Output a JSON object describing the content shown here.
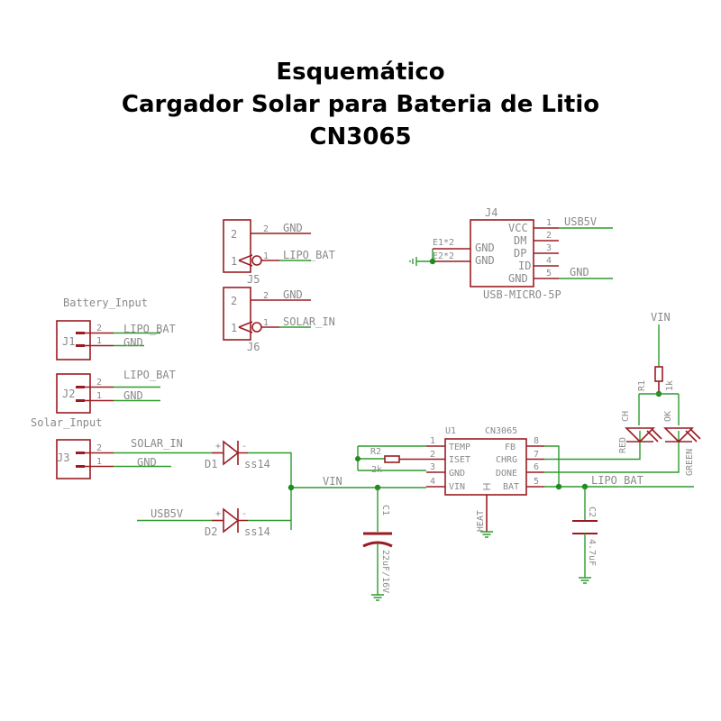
{
  "title": {
    "line1": "Esquemático",
    "line2": "Cargador Solar para Bateria de Litio",
    "line3": "CN3065"
  },
  "colors": {
    "wire": "#2e9a2e",
    "component": "#9a1c22",
    "label": "#8a8a8a"
  },
  "j5": {
    "ref": "J5",
    "pin2": "2",
    "pin1": "1",
    "net2": "GND",
    "net1": "LIPO_BAT"
  },
  "j6": {
    "ref": "J6",
    "pin2": "2",
    "pin1": "1",
    "net2": "GND",
    "net1": "SOLAR_IN"
  },
  "j4": {
    "ref": "J4",
    "part": "USB-MICRO-5P",
    "left_pins": [
      "GND",
      "GND"
    ],
    "left_pin_nums": [
      "E1*2",
      "E2*2"
    ],
    "right_pins": [
      "VCC",
      "DM",
      "DP",
      "ID",
      "GND"
    ],
    "right_pin_nums": [
      "1",
      "2",
      "3",
      "4",
      "5"
    ],
    "net_vcc": "USB5V",
    "net_gnd": "GND"
  },
  "battery_input": {
    "label": "Battery_Input",
    "j1": {
      "ref": "J1",
      "pin2": "2",
      "pin1": "1",
      "net2": "LIPO_BAT",
      "net1": "GND"
    },
    "j2": {
      "ref": "J2",
      "pin2": "2",
      "pin1": "1",
      "net2": "LIPO_BAT",
      "net1": "GND"
    }
  },
  "solar_input": {
    "label": "Solar_Input",
    "j3": {
      "ref": "J3",
      "pin2": "2",
      "pin1": "1",
      "net2": "SOLAR_IN",
      "net1": "GND"
    }
  },
  "d1": {
    "ref": "D1",
    "part": "ss14",
    "plus": "+",
    "minus": "-"
  },
  "d2": {
    "ref": "D2",
    "part": "ss14",
    "plus": "+",
    "minus": "-",
    "net": "USB5V"
  },
  "vin_net": "VIN",
  "u1": {
    "ref": "U1",
    "part": "CN3065",
    "left_pins": [
      "TEMP",
      "ISET",
      "GND",
      "VIN"
    ],
    "left_nums": [
      "1",
      "2",
      "3",
      "4"
    ],
    "right_pins": [
      "FB",
      "CHRG",
      "DONE",
      "BAT"
    ],
    "right_nums": [
      "8",
      "7",
      "6",
      "5"
    ],
    "heat": "HEAT"
  },
  "r2": {
    "ref": "R2",
    "value": "2k"
  },
  "r1": {
    "ref": "R1",
    "value": "1k",
    "net": "VIN"
  },
  "c1": {
    "ref": "C1",
    "value": "22uF/16V"
  },
  "c2": {
    "ref": "C2",
    "value": "4.7uF"
  },
  "led_ch": {
    "ref": "CH",
    "color": "RED"
  },
  "led_ok": {
    "ref": "OK",
    "color": "GREEN"
  },
  "bat_net": "LIPO_BAT"
}
